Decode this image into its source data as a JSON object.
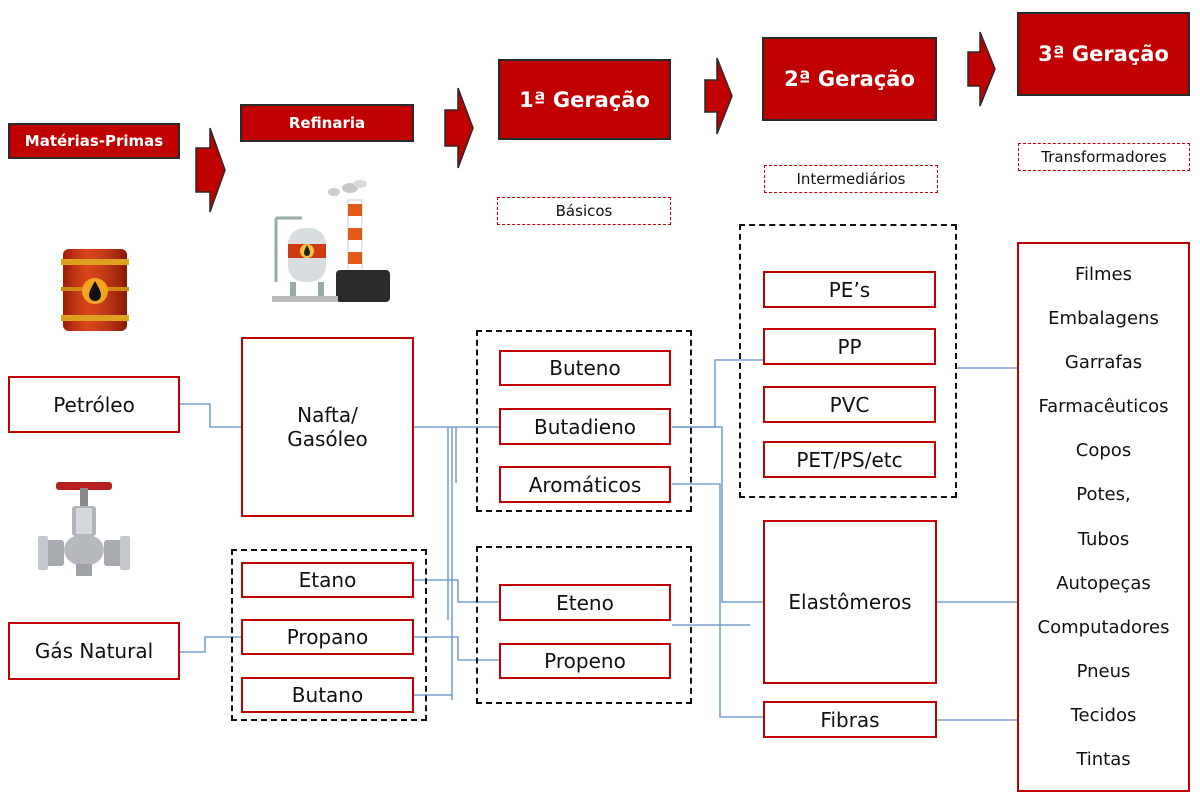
{
  "stages": {
    "materias_primas": "Matérias-Primas",
    "refinaria": "Refinaria",
    "primeira": "1ª Geração",
    "segunda": "2ª Geração",
    "terceira": "3ª Geração"
  },
  "stage_labels": {
    "basicos": "Básicos",
    "intermediarios": "Intermediários",
    "transformadores": "Transformadores"
  },
  "raw_materials": {
    "petroleo": "Petróleo",
    "gas_natural": "Gás Natural"
  },
  "refinery_products": {
    "nafta_line1": "Nafta/",
    "nafta_line2": "Gasóleo",
    "gases": [
      "Etano",
      "Propano",
      "Butano"
    ]
  },
  "basics": {
    "group_a": [
      "Buteno",
      "Butadieno",
      "Aromáticos"
    ],
    "group_b": [
      "Eteno",
      "Propeno"
    ]
  },
  "intermediates": {
    "resins": [
      "PE’s",
      "PP",
      "PVC",
      "PET/PS/etc"
    ],
    "elastomeros": "Elastômeros",
    "fibras": "Fibras"
  },
  "applications": [
    "Filmes",
    "Embalagens",
    "Garrafas",
    "Farmacêuticos",
    "Copos",
    "Potes,",
    "Tubos",
    "Autopeças",
    "Computadores",
    "Pneus",
    "Tecidos",
    "Tintas"
  ],
  "colors": {
    "brand_red": "#c00000",
    "connector_blue": "#5b8fc7",
    "dashed_group": "#111111"
  },
  "icons": [
    "oil-barrel-icon",
    "refinery-icon",
    "gas-valve-icon"
  ]
}
